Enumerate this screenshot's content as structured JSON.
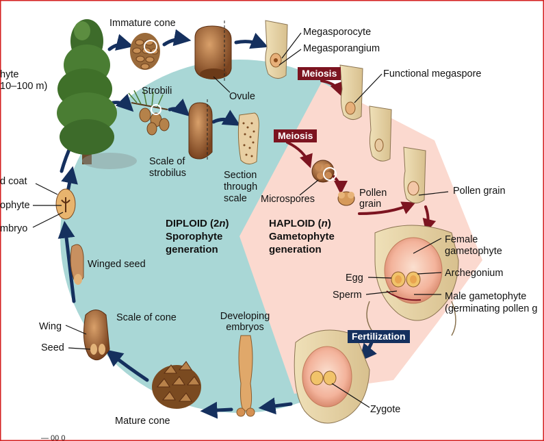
{
  "labels": {
    "immature_cone": "Immature cone",
    "megasporocyte": "Megasporocyte",
    "megasporangium": "Megasporangium",
    "functional_megaspore": "Functional megaspore",
    "ovule": "Ovule",
    "strobili": "Strobili",
    "scale_of_strobilus_1": "Scale of",
    "scale_of_strobilus_2": "strobilus",
    "section_1": "Section",
    "section_2": "through",
    "section_3": "scale",
    "microspores": "Microspores",
    "pollen_grain_left_1": "Pollen",
    "pollen_grain_left_2": "grain",
    "pollen_grain_right": "Pollen grain",
    "female_gametophyte_1": "Female",
    "female_gametophyte_2": "gametophyte",
    "archegonium": "Archegonium",
    "egg": "Egg",
    "sperm": "Sperm",
    "male_gametophyte_1": "Male gametophyte",
    "male_gametophyte_2": "(germinating pollen g",
    "zygote": "Zygote",
    "developing_1": "Developing",
    "developing_2": "embryos",
    "mature_cone": "Mature cone",
    "scale_of_cone": "Scale of cone",
    "wing": "Wing",
    "seed": "Seed",
    "winged_seed": "Winged seed",
    "seed_coat_cut": "d coat",
    "gametophyte_cut": "ophyte",
    "embryo_cut": "mbryo",
    "sporophyte_cut_1": "hyte",
    "sporophyte_cut_2": "10–100 m)",
    "diploid_title": "DIPLOID (2",
    "diploid_n": "n",
    "diploid_close": ")",
    "diploid_line2": "Sporophyte",
    "diploid_line3": "generation",
    "haploid_title": "HAPLOID (",
    "haploid_n": "n",
    "haploid_close": ")",
    "haploid_line2": "Gametophyte",
    "haploid_line3": "generation",
    "bottom_cut": "— 00 0"
  },
  "badges": {
    "meiosis_top": "Meiosis",
    "meiosis_mid": "Meiosis",
    "fertilization": "Fertilization"
  },
  "colors": {
    "diploid_region": "#a9d7d6",
    "haploid_region": "#fbd9cf",
    "cycle_arrow": "#15305e",
    "meiosis_badge": "#7c1420",
    "fertilization_badge": "#15305e",
    "frame_border": "#d42020"
  }
}
